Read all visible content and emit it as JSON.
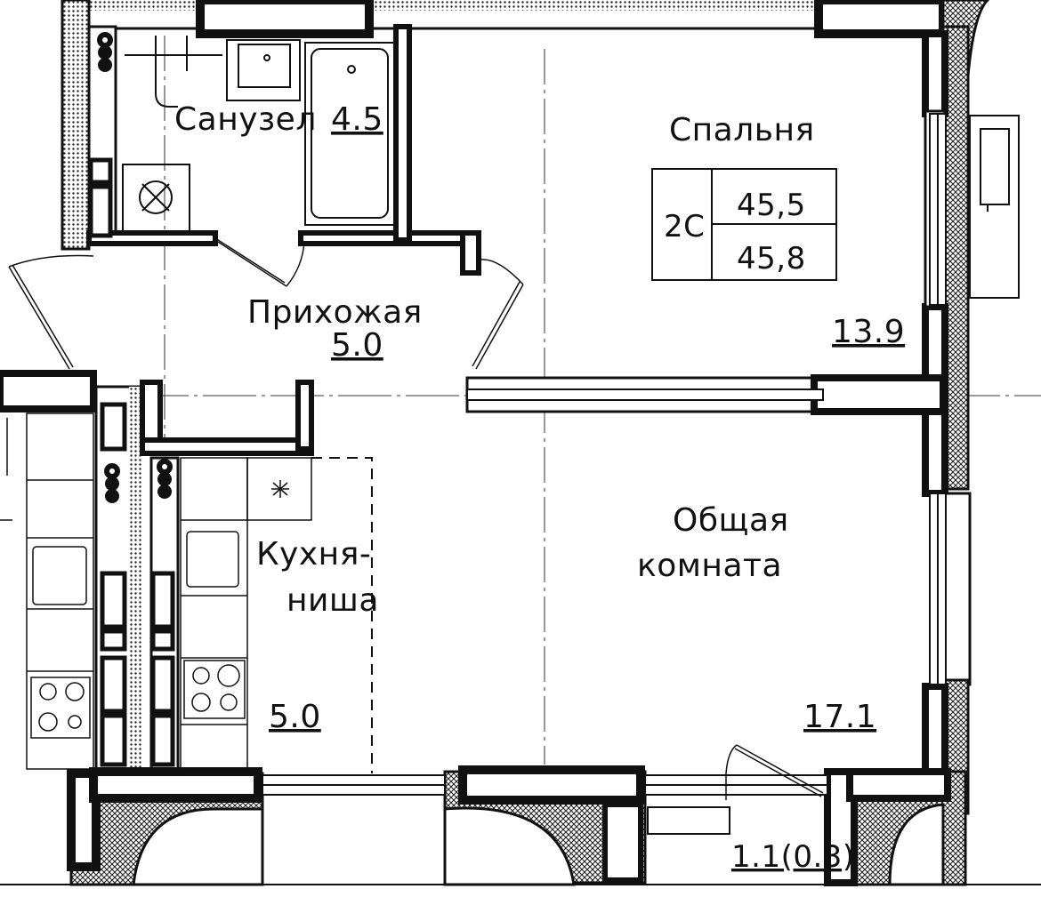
{
  "rooms": {
    "bathroom": {
      "name": "Санузел",
      "area": "4.5"
    },
    "bedroom": {
      "name": "Спальня",
      "area": "13.9"
    },
    "hallway": {
      "name": "Прихожая",
      "area": "5.0"
    },
    "kitchen": {
      "name_line1": "Кухня-",
      "name_line2": "ниша",
      "area": "5.0"
    },
    "living": {
      "name_line1": "Общая",
      "name_line2": "комната",
      "area": "17.1"
    },
    "balcony": {
      "area": "1.1(0.3)"
    }
  },
  "apartment_info": {
    "type": "2С",
    "area_1": "45,5",
    "area_2": "45,8"
  },
  "colors": {
    "line": "#111111",
    "background": "#ffffff",
    "hatch": "#222222"
  }
}
